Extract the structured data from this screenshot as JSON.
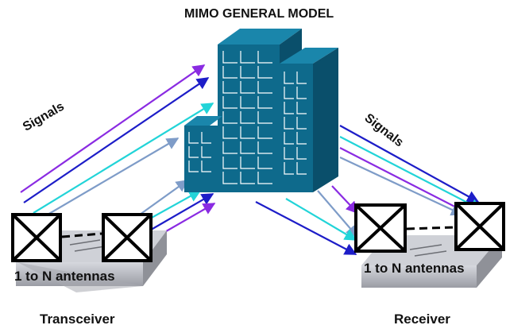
{
  "title": "MIMO GENERAL MODEL",
  "left_signals_label": "Signals",
  "right_signals_label": "Signals",
  "transceiver": {
    "label": "Transceiver",
    "antennas_label": "1 to N antennas"
  },
  "receiver": {
    "label": "Receiver",
    "antennas_label": "1 to N antennas"
  },
  "colors": {
    "building_front": "#0e6a8c",
    "building_side": "#0a4f6b",
    "building_top": "#1a86ab",
    "violet": "#8a2be2",
    "blue": "#1d1dc8",
    "cyan": "#22d4d8",
    "steel": "#7e9cc8",
    "switch_body": "#b9bbc2"
  }
}
